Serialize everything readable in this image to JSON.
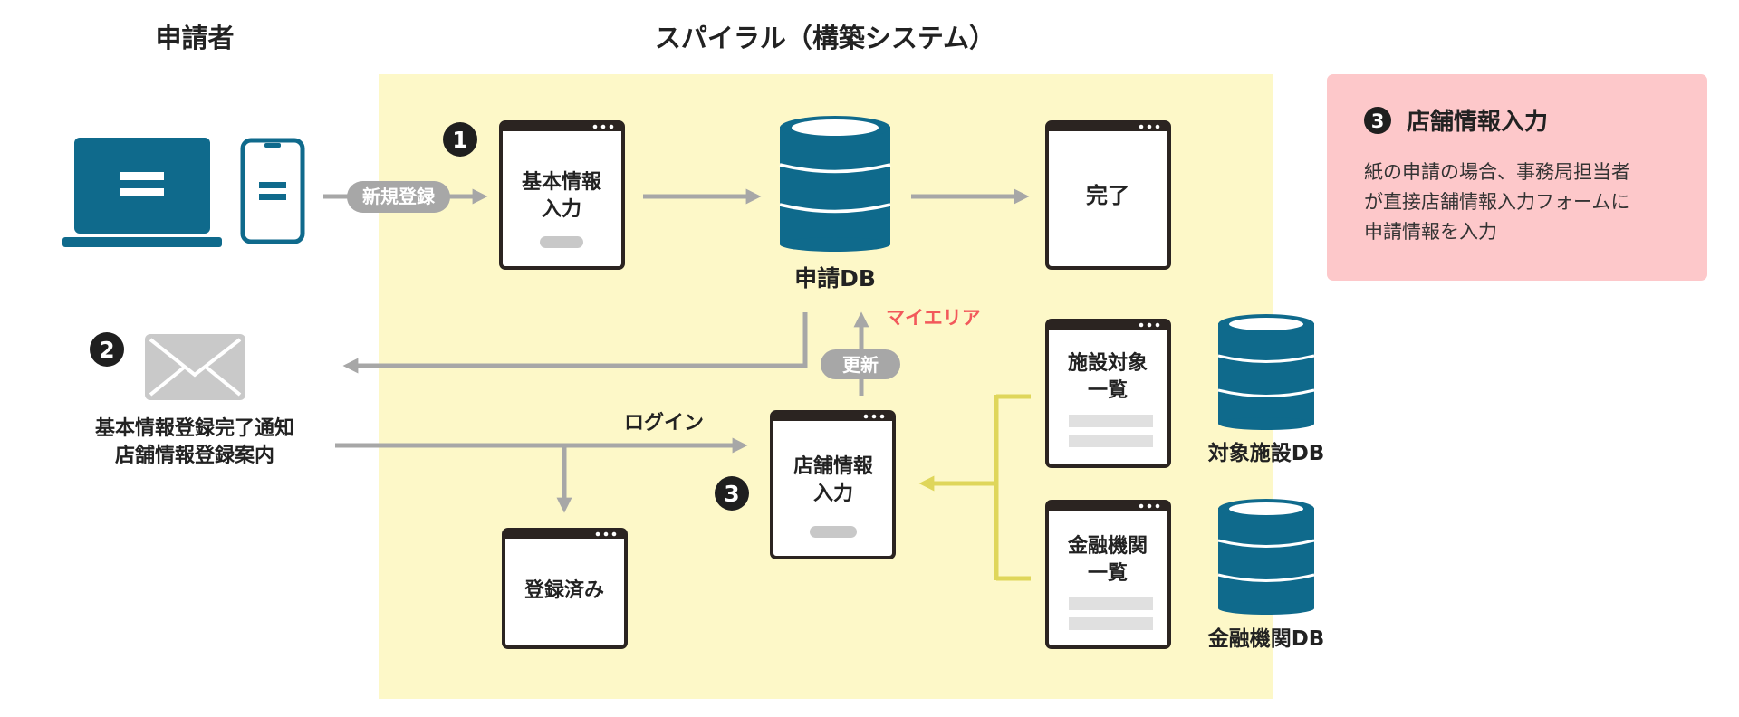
{
  "headers": {
    "applicant": "申請者",
    "system": "スパイラル（構築システム）"
  },
  "steps": {
    "one": "1",
    "two": "2",
    "three": "3"
  },
  "pills": {
    "signup": "新規登録",
    "update": "更新"
  },
  "labels": {
    "login": "ログイン",
    "myarea": "マイエリア",
    "application_db": "申請DB",
    "facility_db": "対象施設DB",
    "bank_db": "金融機関DB"
  },
  "notification": {
    "line1": "基本情報登録完了通知",
    "line2": "店舗情報登録案内"
  },
  "windows": {
    "basic_input": {
      "line1": "基本情報",
      "line2": "入力"
    },
    "complete": {
      "line1": "完了"
    },
    "shop_input": {
      "line1": "店舗情報",
      "line2": "入力"
    },
    "registered": {
      "line1": "登録済み"
    },
    "facility_list": {
      "line1": "施設対象",
      "line2": "一覧"
    },
    "bank_list": {
      "line1": "金融機関",
      "line2": "一覧"
    }
  },
  "note": {
    "title": "店舗情報入力",
    "line1": "紙の申請の場合、事務局担当者",
    "line2": "が直接店舗情報入力フォームに",
    "line3": "申請情報を入力"
  },
  "colors": {
    "system_bg": "#fdf8c8",
    "note_bg": "#fdc8ca",
    "device": "#0f6a8c",
    "arrow": "#a7a7a7",
    "yellow_connector": "#dfd65a",
    "myarea_text": "#f2595b"
  }
}
